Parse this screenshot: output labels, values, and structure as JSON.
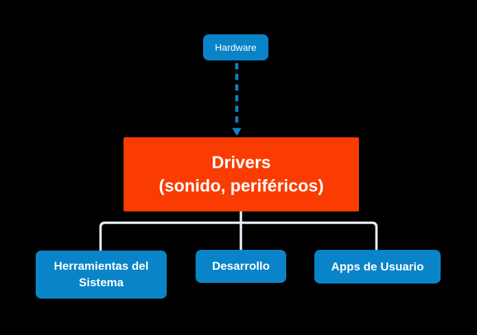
{
  "diagram": {
    "colors": {
      "background": "#000000",
      "node_blue": "#0a84c8",
      "node_red": "#fb3c02",
      "connector": "#e8eff9",
      "arrow": "#0f82c6",
      "text": "#ffffff"
    },
    "nodes": {
      "hardware": {
        "label": "Hardware"
      },
      "drivers": {
        "line1": "Drivers",
        "line2": "(sonido, periféricos)"
      },
      "children": [
        {
          "label": "Herramientas del Sistema"
        },
        {
          "label": "Desarrollo"
        },
        {
          "label": "Apps de Usuario"
        }
      ]
    }
  }
}
